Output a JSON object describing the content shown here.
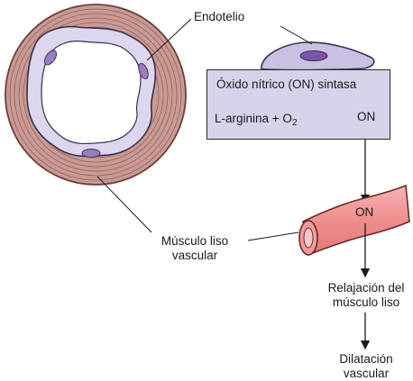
{
  "labels": {
    "endotelio": "Endotelio",
    "box_title": "Óxido nítrico (ON) sintasa",
    "reactant": "L-arginina + O",
    "reactant_sub": "2",
    "product": "ON",
    "vessel_no": "ON",
    "musculo_line1": "Músculo liso",
    "musculo_line2": "vascular",
    "relajacion_line1": "Relajación del",
    "relajacion_line2": "músculo liso",
    "dilatacion_line1": "Dilatación",
    "dilatacion_line2": "vascular"
  },
  "colors": {
    "muscle_fill": "#c99a94",
    "muscle_stroke": "#7a4a47",
    "endothelium_fill": "#dcd6ee",
    "nucleus_fill": "#9a7dbb",
    "box_fill": "#d6d2ea",
    "vessel_fill": "#f29c9c",
    "vessel_lumen": "#f7caca"
  }
}
